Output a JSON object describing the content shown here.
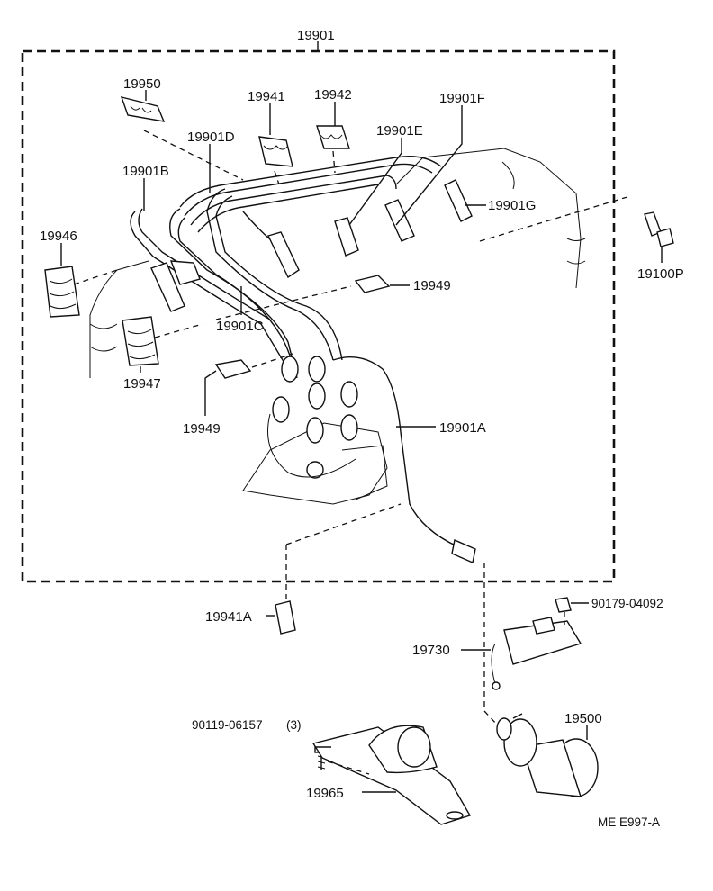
{
  "diagram": {
    "labels": {
      "main": "19901",
      "p19950": "19950",
      "p19941": "19941",
      "p19942": "19942",
      "p19901F": "19901F",
      "p19901D": "19901D",
      "p19901E": "19901E",
      "p19901B": "19901B",
      "p19901G": "19901G",
      "p19946": "19946",
      "p19100P": "19100P",
      "p19949a": "19949",
      "p19901C": "19901C",
      "p19947": "19947",
      "p19949b": "19949",
      "p19901A": "19901A",
      "p19941A": "19941A",
      "p90179": "90179-04092",
      "p19730": "19730",
      "p90119": "90119-06157",
      "p90119qty": "(3)",
      "p19500": "19500",
      "p19965": "19965",
      "code": "ME E997-A"
    }
  }
}
